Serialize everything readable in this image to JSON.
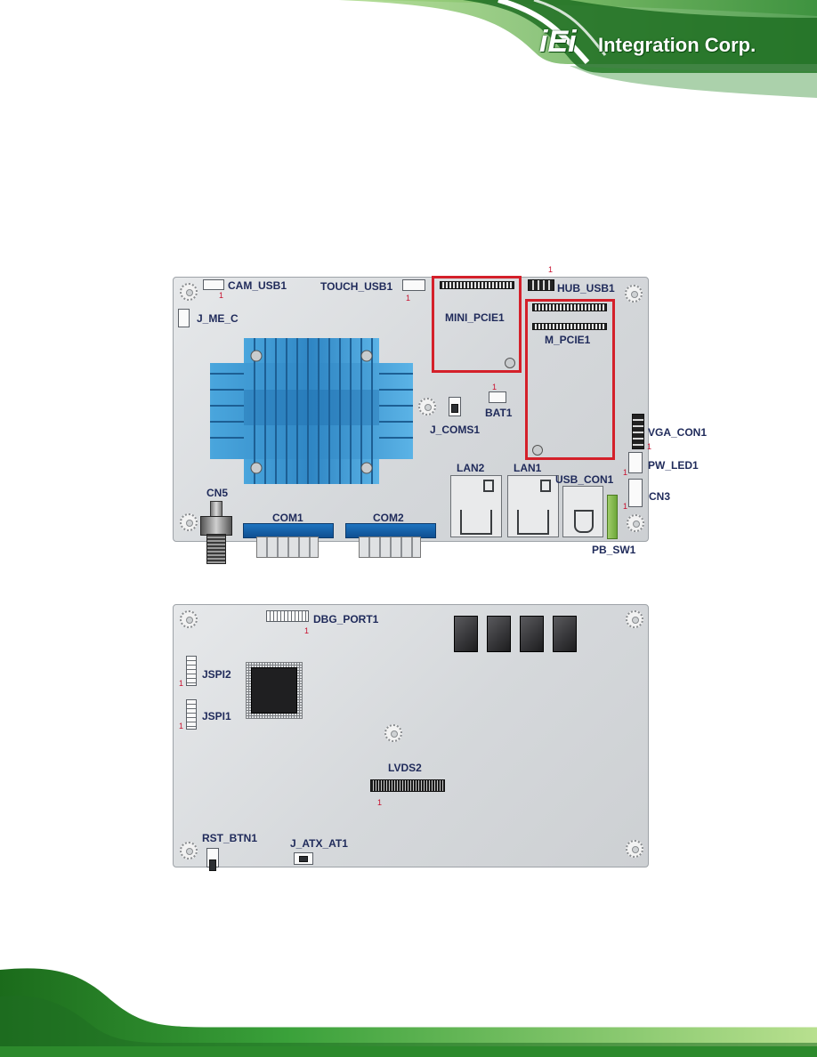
{
  "brand": {
    "logo_text": "iEi",
    "name": "Integration Corp.",
    "colors": {
      "green": "#3aa13a",
      "dark_green": "#1b6b1b",
      "navy": "#1f2a5a",
      "red": "#c8102e"
    }
  },
  "top_board": {
    "labels": {
      "cam_usb1": "CAM_USB1",
      "touch_usb1": "TOUCH_USB1",
      "hub_usb1": "HUB_USB1",
      "j_me_c": "J_ME_C",
      "mini_pcie1": "MINI_PCIE1",
      "m_pcie1": "M_PCIE1",
      "bat1": "BAT1",
      "j_coms1": "J_COMS1",
      "vga_con1": "VGA_CON1",
      "pw_led1": "PW_LED1",
      "lan2": "LAN2",
      "lan1": "LAN1",
      "usb_con1": "USB_CON1",
      "cn3": "CN3",
      "cn5": "CN5",
      "com1": "COM1",
      "com2": "COM2",
      "pb_sw1": "PB_SW1"
    },
    "pin1_marker": "1"
  },
  "bottom_board": {
    "labels": {
      "dbg_port1": "DBG_PORT1",
      "jspi2": "JSPI2",
      "jspi1": "JSPI1",
      "lvds2": "LVDS2",
      "rst_btn1": "RST_BTN1",
      "j_atx_at1": "J_ATX_AT1"
    },
    "pin1_marker": "1"
  }
}
